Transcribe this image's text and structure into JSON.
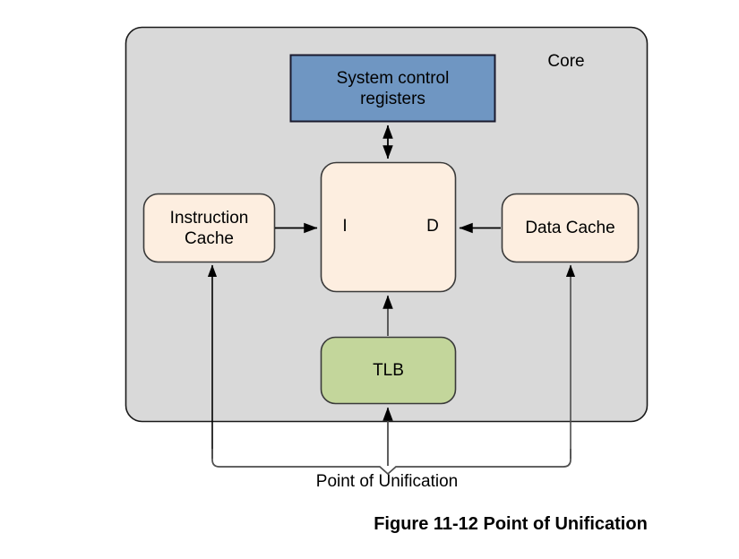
{
  "figure": {
    "caption": "Figure 11-12 Point of Unification",
    "core_label": "Core",
    "point_of_unification_label": "Point of Unification"
  },
  "blocks": {
    "system_control_registers": {
      "label": "System control\nregisters",
      "fill": "#6f96c2",
      "stroke": "#1a1a2e",
      "shape": "rectangle"
    },
    "mmu": {
      "label": "",
      "port_instruction": "I",
      "port_data": "D",
      "fill": "#fdeee0",
      "stroke": "#3a3a3a",
      "shape": "rounded-rectangle"
    },
    "instruction_cache": {
      "label": "Instruction\nCache",
      "fill": "#fdeee0",
      "stroke": "#3a3a3a",
      "shape": "rounded-rectangle"
    },
    "data_cache": {
      "label": "Data Cache",
      "fill": "#fdeee0",
      "stroke": "#3a3a3a",
      "shape": "rounded-rectangle"
    },
    "tlb": {
      "label": "TLB",
      "fill": "#c3d69b",
      "stroke": "#3a3a3a",
      "shape": "rounded-rectangle"
    },
    "core_container": {
      "label": "Core",
      "fill": "#d9d9d9",
      "stroke": "#1a1a1a",
      "shape": "rounded-rectangle"
    }
  },
  "connections": [
    {
      "name": "scr-to-mmu",
      "from": "system_control_registers",
      "to": "mmu",
      "arrow": "double"
    },
    {
      "name": "icache-to-mmu-i",
      "from": "instruction_cache",
      "to": "mmu",
      "arrow": "single"
    },
    {
      "name": "dcache-to-mmu-d",
      "from": "data_cache",
      "to": "mmu",
      "arrow": "single"
    },
    {
      "name": "tlb-to-mmu",
      "from": "tlb",
      "to": "mmu",
      "arrow": "single"
    },
    {
      "name": "pou-to-icache",
      "from": "point_of_unification",
      "to": "instruction_cache",
      "arrow": "single"
    },
    {
      "name": "pou-to-tlb",
      "from": "point_of_unification",
      "to": "tlb",
      "arrow": "single"
    },
    {
      "name": "pou-to-dcache",
      "from": "point_of_unification",
      "to": "data_cache",
      "arrow": "single"
    }
  ],
  "colors": {
    "page_background": "#ffffff",
    "core_fill": "#d9d9d9",
    "cache_fill": "#fdeee0",
    "tlb_fill": "#c3d69b",
    "registers_fill": "#6f96c2",
    "line": "#4d4d4d",
    "text": "#000000"
  }
}
